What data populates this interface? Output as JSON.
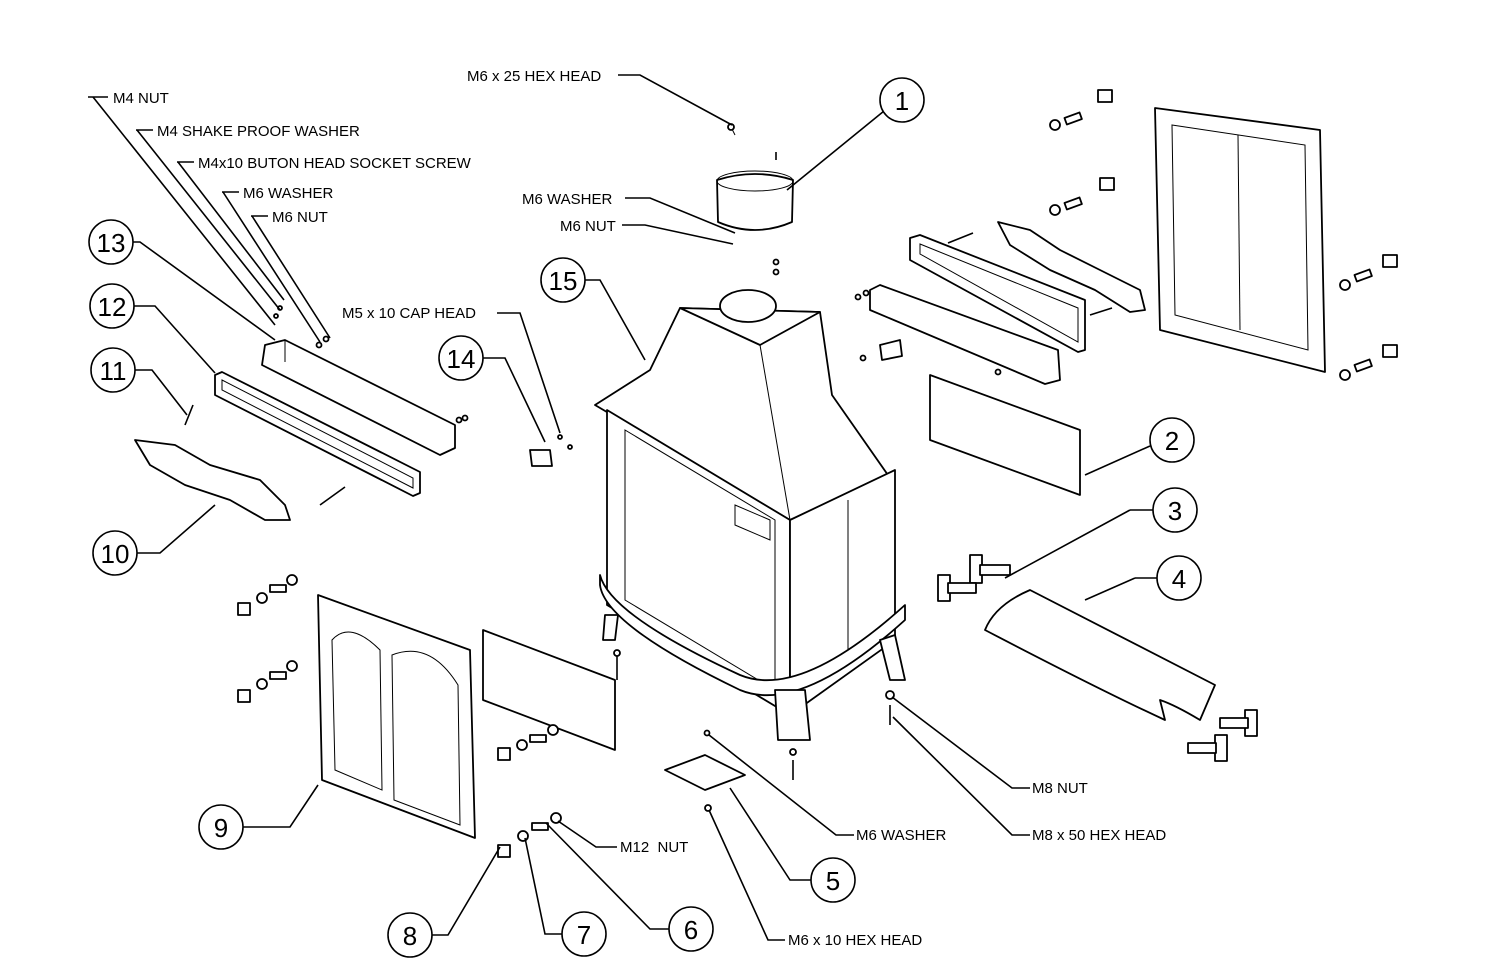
{
  "diagram": {
    "callouts": [
      "1",
      "2",
      "3",
      "4",
      "5",
      "6",
      "7",
      "8",
      "9",
      "10",
      "11",
      "12",
      "13",
      "14",
      "15"
    ],
    "labels": {
      "m4_nut": "M4 NUT",
      "m4_shake_proof_washer": "M4 SHAKE PROOF WASHER",
      "m4x10_screw": "M4x10 BUTON HEAD SOCKET SCREW",
      "m6_washer_left": "M6 WASHER",
      "m6_nut_left": "M6 NUT",
      "m6x25_hex_head": "M6 x 25 HEX HEAD",
      "m6_washer_top": "M6 WASHER",
      "m6_nut_top": "M6 NUT",
      "m5x10_cap_head": "M5 x 10 CAP HEAD",
      "m8_nut": "M8 NUT",
      "m8x50_hex_head": "M8 x 50 HEX HEAD",
      "m6_washer_bottom": "M6 WASHER",
      "m12_nut": "M12  NUT",
      "m6x10_hex_head": "M6 x 10 HEX HEAD"
    }
  }
}
